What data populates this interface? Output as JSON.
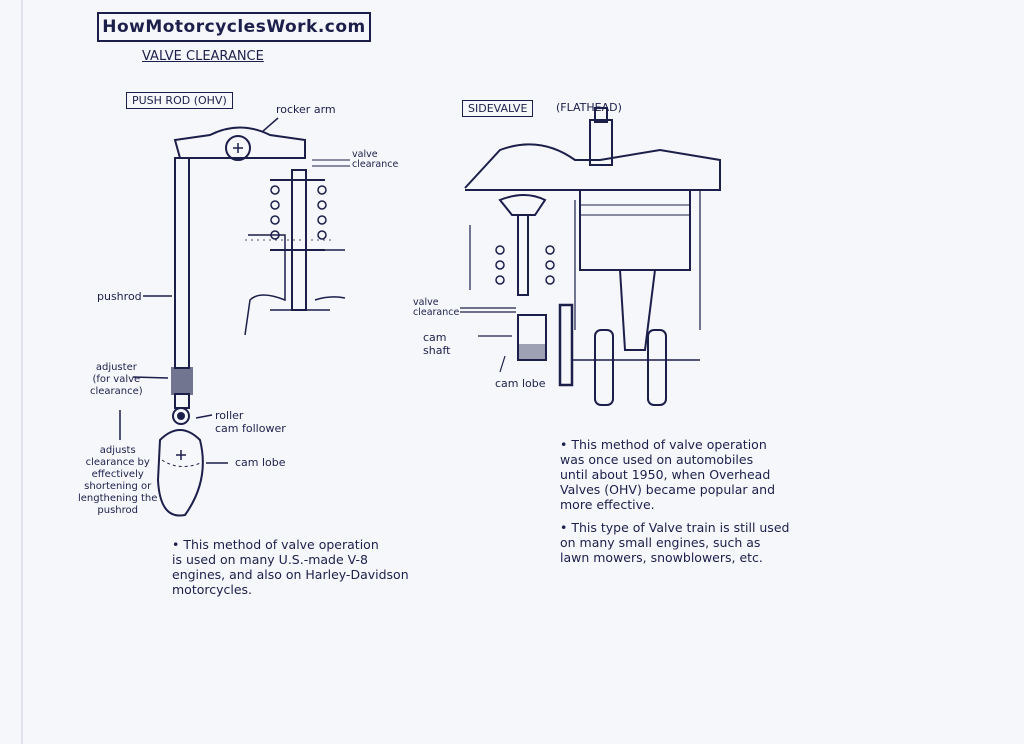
{
  "header": {
    "logo": "HowMotorcyclesWork.com",
    "title": "VALVE CLEARANCE"
  },
  "pushrod_diagram": {
    "heading": "PUSH ROD (OHV)",
    "labels": {
      "rocker_arm": "rocker arm",
      "valve_clearance": "valve\nclearance",
      "pushrod": "pushrod",
      "adjuster": "adjuster\n(for valve\nclearance)",
      "roller_cam_follower": "roller\ncam follower",
      "cam_lobe": "cam lobe",
      "adjusts_note": "adjusts\nclearance by\neffectively\nshortening or\nlengthening the\npushrod"
    },
    "note": "• This method of valve operation\n  is used on many U.S.-made V-8\n  engines, and also on Harley-Davidson\n  motorcycles."
  },
  "sidevalve_diagram": {
    "heading": "SIDEVALVE",
    "heading_suffix": "(FLATHEAD)",
    "labels": {
      "valve_clearance": "valve\nclearance",
      "cam_shaft": "cam\nshaft",
      "cam_lobe": "cam lobe"
    },
    "notes": [
      "• This method of valve operation\n  was once used on automobiles\n  until about 1950, when Overhead\n  Valves (OHV) became popular and\n  more effective.",
      "• This type of Valve train is still used\n  on many small engines, such as\n  lawn mowers, snowblowers, etc."
    ]
  },
  "colors": {
    "ink": "#1c1f4a",
    "paper": "#f6f7fb"
  }
}
